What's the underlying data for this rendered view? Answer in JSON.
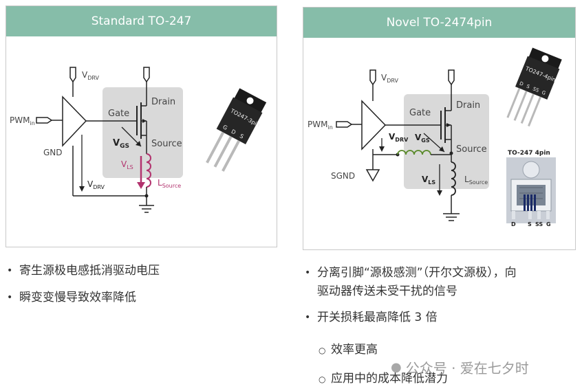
{
  "left_panel": {
    "title": "Standard TO-247",
    "labels": {
      "vdrv_top": "V",
      "vdrv_top_sub": "DRV",
      "pwm": "PWM",
      "pwm_sub": "in",
      "gnd": "GND",
      "gate": "Gate",
      "drain": "Drain",
      "source": "Source",
      "vgs": "V",
      "vgs_sub": "GS",
      "vls": "V",
      "vls_sub": "LS",
      "lsource": "L",
      "lsource_sub": "Source",
      "vdrv_bottom": "V",
      "vdrv_bottom_sub": "DRV"
    },
    "package": {
      "marking": "TO247-3pin",
      "pins": [
        "G",
        "D",
        "S"
      ]
    }
  },
  "right_panel": {
    "title": "Novel TO-2474pin",
    "labels": {
      "vdrv_top": "V",
      "vdrv_top_sub": "DRV",
      "pwm": "PWM",
      "pwm_sub": "in",
      "sgnd": "SGND",
      "gate": "Gate",
      "drain": "Drain",
      "source": "Source",
      "vdrv_mid": "V",
      "vdrv_mid_sub": "DRV",
      "vgs": "V",
      "vgs_sub": "GS",
      "vls": "V",
      "vls_sub": "LS",
      "lsource": "L",
      "lsource_sub": "Source"
    },
    "package": {
      "marking": "TO247-4pin",
      "pins": [
        "D",
        "S",
        "SS",
        "G"
      ]
    },
    "xray": {
      "title": "TO-247 4pin",
      "pins": [
        "D",
        "S",
        "SS",
        "G"
      ]
    }
  },
  "left_bullets": [
    "寄生源极电感抵消驱动电压",
    "瞬变变慢导致效率降低"
  ],
  "right_bullets": {
    "b1_line1": "分离引脚“源极感测”（开尔文源极），向",
    "b1_line2": "驱动器传送未受干扰的信号",
    "b2": "开关损耗最高降低 3 倍",
    "sub1": "效率更高",
    "sub2": "应用中的成本降低潜力"
  },
  "watermark": "公众号 · 爱在七夕时",
  "colors": {
    "title_bar": "#86bda9",
    "highlight": "#b2336e",
    "box": "#d9d9d9"
  }
}
